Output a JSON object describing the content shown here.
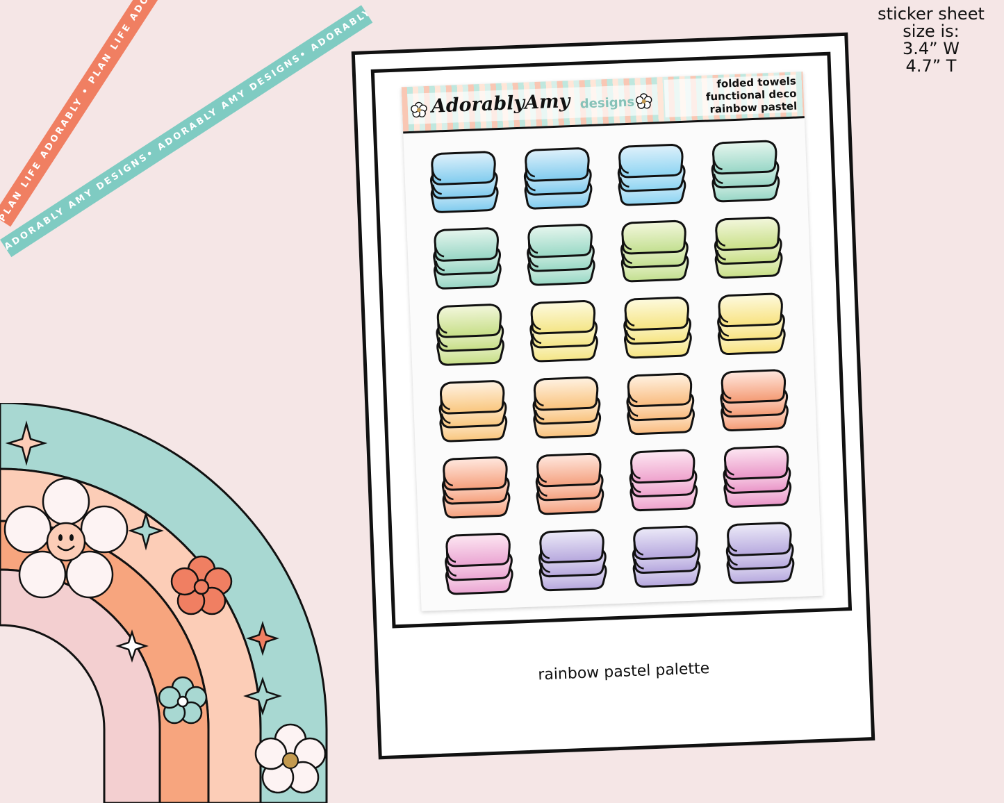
{
  "size_note": {
    "line1": "sticker sheet",
    "line2": "size is:",
    "line3": "3.4” W",
    "line4": "4.7” T"
  },
  "ribbons": {
    "coral": "PLAN LIFE ADORABLY • PLAN LIFE ADORABLY • PLAN LIFE ADORABLY",
    "teal": "ADORABLY AMY DESIGNS• ADORABLY AMY DESIGNS• ADORABLY AMY DESIGNS•"
  },
  "sheet": {
    "brand_script": "AdorablyAmy",
    "brand_designs": "designs",
    "title_lines": [
      "folded towels",
      "functional deco",
      "rainbow pastel"
    ]
  },
  "caption": "rainbow pastel palette",
  "colors": {
    "background": "#f5e6e6",
    "teal": "#a8d8d2",
    "peach": "#fccdb7",
    "orange": "#f7a57e",
    "pink": "#f3cfd0",
    "coral": "#f07f62"
  },
  "towels": [
    {
      "light": "#dff1fb",
      "dark": "#7fcbee"
    },
    {
      "light": "#dff1fb",
      "dark": "#7fcbee"
    },
    {
      "light": "#dff1fb",
      "dark": "#8dd4f2"
    },
    {
      "light": "#e6f6ee",
      "dark": "#97d6c6"
    },
    {
      "light": "#e6f6ee",
      "dark": "#96d5c4"
    },
    {
      "light": "#e6f6ee",
      "dark": "#98d8c5"
    },
    {
      "light": "#f3f7dd",
      "dark": "#c2df8f"
    },
    {
      "light": "#f3f7dd",
      "dark": "#c8df86"
    },
    {
      "light": "#f3f7dd",
      "dark": "#c6de86"
    },
    {
      "light": "#fdfadf",
      "dark": "#f4e585"
    },
    {
      "light": "#fdfadf",
      "dark": "#f6e480"
    },
    {
      "light": "#fdfadf",
      "dark": "#f8e27f"
    },
    {
      "light": "#fff2e2",
      "dark": "#f9c67d"
    },
    {
      "light": "#fff2e2",
      "dark": "#f9c27b"
    },
    {
      "light": "#fff2e2",
      "dark": "#f9bb7e"
    },
    {
      "light": "#ffe8df",
      "dark": "#f49a73"
    },
    {
      "light": "#ffe8df",
      "dark": "#f59f7b"
    },
    {
      "light": "#ffe8df",
      "dark": "#f4a07e"
    },
    {
      "light": "#fde7f2",
      "dark": "#eea1cc"
    },
    {
      "light": "#fde7f2",
      "dark": "#e994c7"
    },
    {
      "light": "#fde7f2",
      "dark": "#eaa4d2"
    },
    {
      "light": "#eceaf8",
      "dark": "#b6a7dd"
    },
    {
      "light": "#eceaf8",
      "dark": "#b4a5dd"
    },
    {
      "light": "#eceaf8",
      "dark": "#b7a9de"
    }
  ]
}
